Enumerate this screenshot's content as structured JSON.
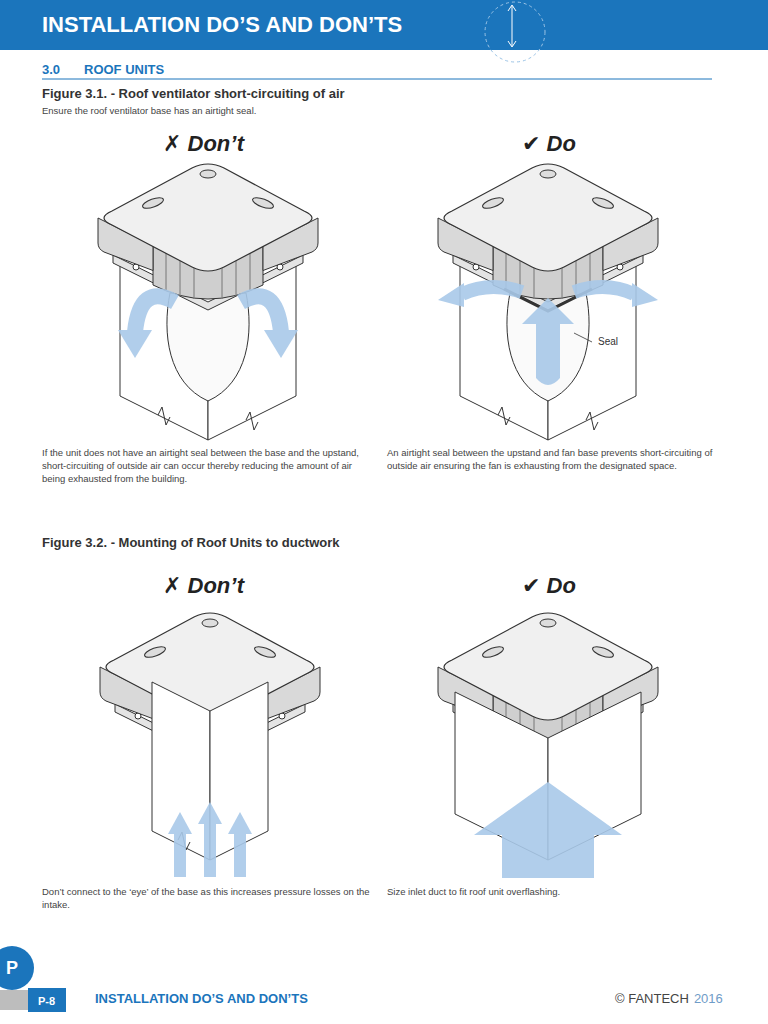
{
  "diagram": {
    "title": "INSTALLATION DO’S AND DON’TS",
    "nodes": [
      {
        "text": [
          "P"
        ]
      },
      {
        "text": [
          "P-8"
        ]
      }
    ],
    "labels": [
      "3.0",
      "ROOF UNITS",
      "Figure 3.1. - Roof ventilator short-circuiting of air",
      "Ensure the roof ventilator base has an airtight seal.",
      "✗ Don’t",
      "✔ Do",
      "Seal",
      "If the unit does not have an airtight seal between the base and the upstand, short-circuiting of outside air can occur thereby reducing the amount of air being exhausted from the building.",
      "An airtight seal between the upstand and fan base prevents short-circuiting of outside air ensuring the fan is exhausting from the designated space.",
      "Figure 3.2. - Mounting of Roof Units to ductwork",
      "✗ Don’t",
      "✔ Do",
      "Don’t connect to the ‘eye’ of the base as this increases pressure losses on the intake.",
      "Size inlet duct to fit roof unit overflashing.",
      "INSTALLATION DO’S AND DON’TS",
      "© FANTECH",
      "2016"
    ]
  }
}
